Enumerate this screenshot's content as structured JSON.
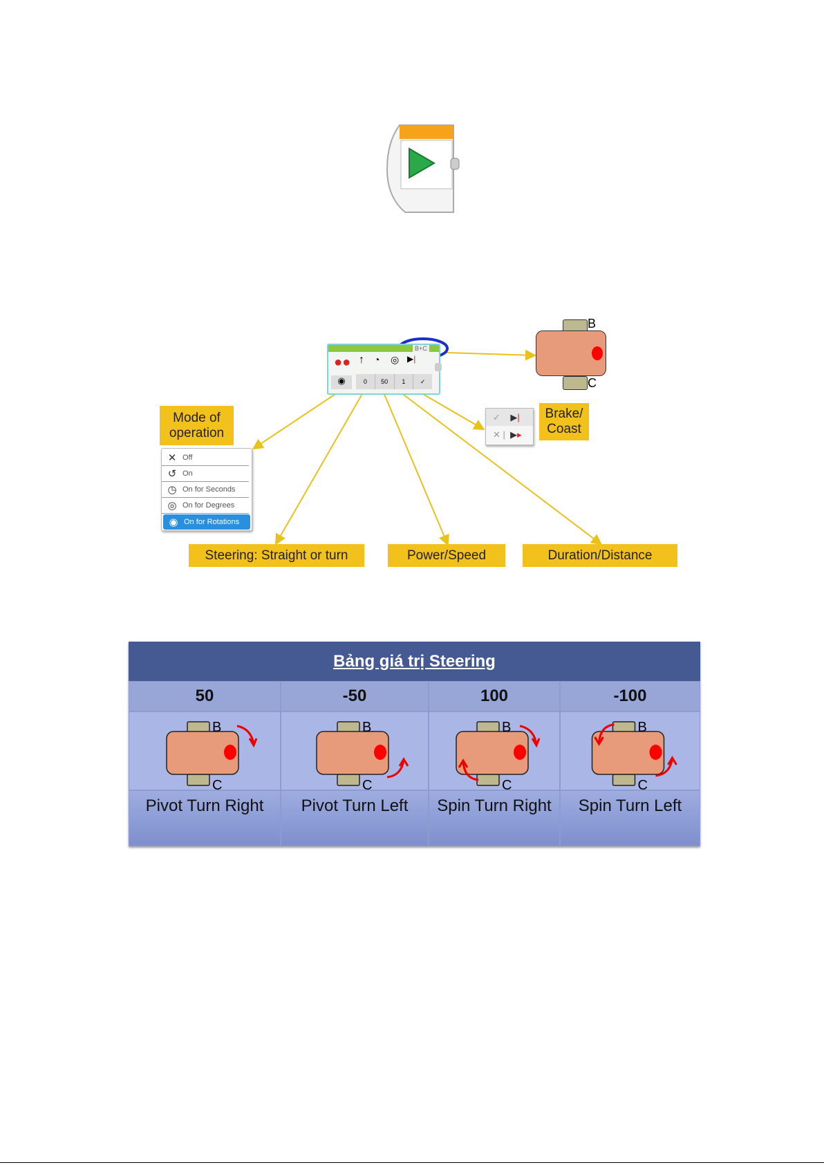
{
  "motor_block": {
    "ports": "B+C",
    "inputs": [
      "0",
      "50",
      "1",
      "✓"
    ]
  },
  "callouts": {
    "mode": "Mode of operation",
    "brake": "Brake/ Coast",
    "steering": "Steering: Straight or turn",
    "power": "Power/Speed",
    "duration": "Duration/Distance"
  },
  "mode_menu": [
    {
      "icon": "x-icon",
      "label": "Off",
      "glyph": "✕"
    },
    {
      "icon": "rotate-icon",
      "label": "On",
      "glyph": "↺"
    },
    {
      "icon": "timer-icon",
      "label": "On for Seconds",
      "glyph": "◷"
    },
    {
      "icon": "degrees-icon",
      "label": "On for Degrees",
      "glyph": "◎"
    },
    {
      "icon": "rotations-icon",
      "label": "On for Rotations",
      "glyph": "◉",
      "selected": true
    }
  ],
  "robot_labels": {
    "b": "B",
    "c": "C"
  },
  "table": {
    "title": "Bảng giá trị Steering",
    "columns": [
      {
        "value": "50",
        "name": "Pivot Turn Right"
      },
      {
        "value": "-50",
        "name": "Pivot Turn Left"
      },
      {
        "value": "100",
        "name": "Spin Turn Right"
      },
      {
        "value": "-100",
        "name": "Spin Turn Left"
      }
    ]
  },
  "colors": {
    "callout": "#f2c11b",
    "robot_body": "#e89b7a",
    "wheel": "#bdb890",
    "table_header": "#455a93",
    "arrow": "#e8c11c"
  }
}
